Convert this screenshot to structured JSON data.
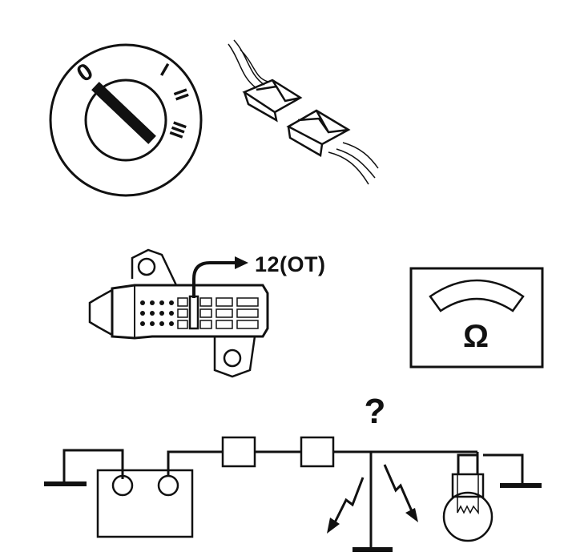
{
  "ignition_switch": {
    "key_position_labels": [
      "0",
      "I",
      "II",
      "III"
    ]
  },
  "connector_callout": {
    "label": "12(OT)"
  },
  "ohmmeter": {
    "symbol": "Ω"
  },
  "circuit": {
    "fault_symbol": "?"
  }
}
